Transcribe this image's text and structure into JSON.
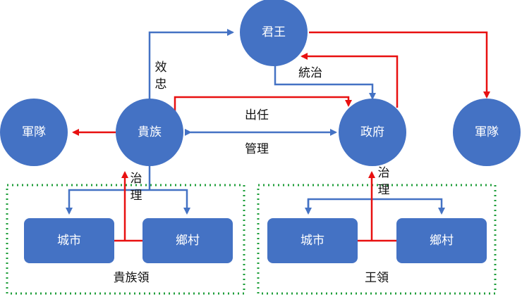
{
  "colors": {
    "node_fill": "#4472C4",
    "blue_arrow": "#4472C4",
    "red_arrow": "#E81010",
    "region_border": "#1E9E3A",
    "text_light": "#FFFFFF",
    "text_dark": "#111111"
  },
  "nodes": {
    "king": "君王",
    "nobles": "貴族",
    "government": "政府",
    "army_left": "軍隊",
    "army_right": "軍隊",
    "city_noble": "城市",
    "village_noble": "鄉村",
    "city_royal": "城市",
    "village_royal": "鄉村"
  },
  "edge_labels": {
    "loyalty_1": "效",
    "loyalty_2": "忠",
    "rule": "統治",
    "serve": "出任",
    "manage": "管理",
    "govern_noble_1": "治",
    "govern_noble_2": "理",
    "govern_royal_1": "治",
    "govern_royal_2": "理"
  },
  "regions": {
    "noble_domain": "貴族領",
    "royal_domain": "王領"
  }
}
